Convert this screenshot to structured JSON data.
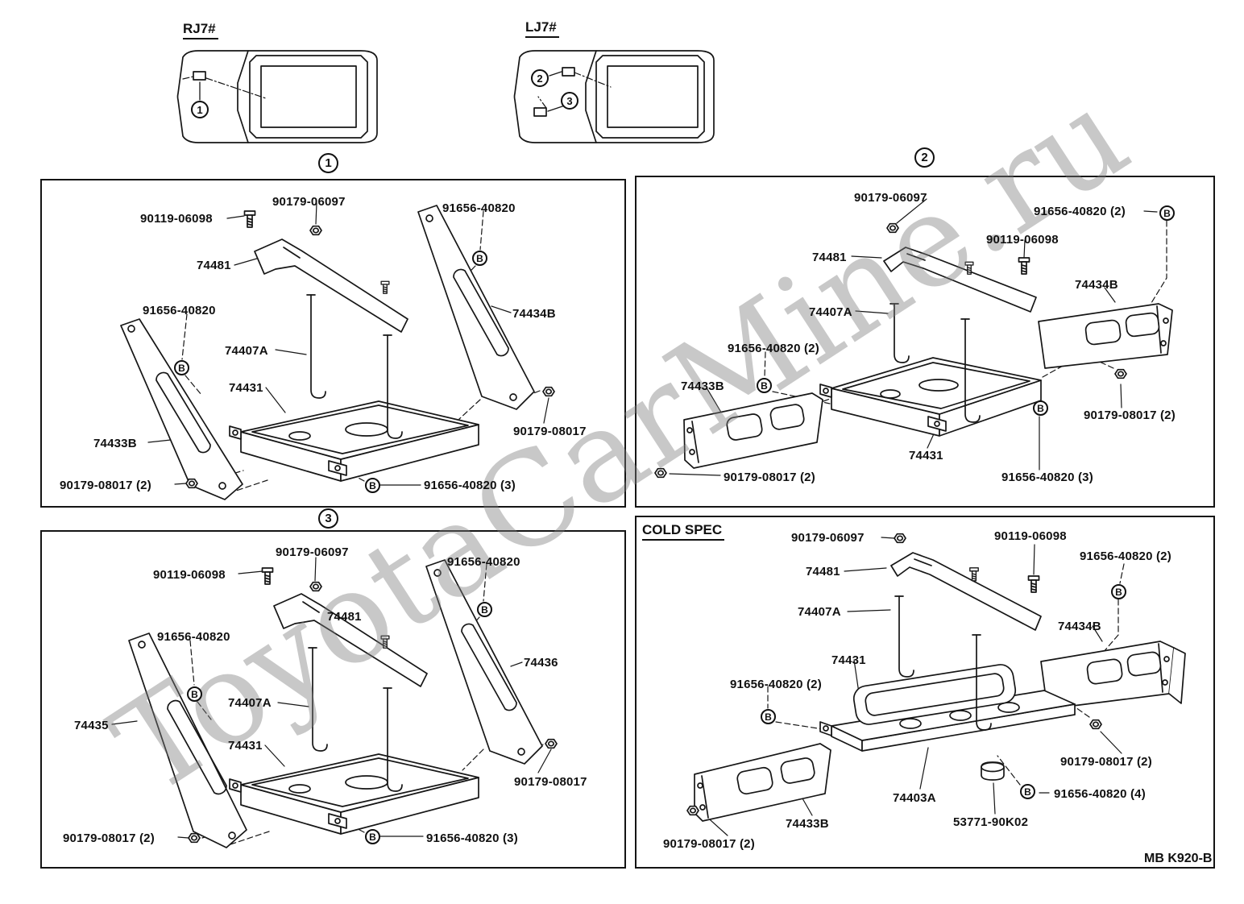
{
  "watermark": "ToyotaCarMine.ru",
  "footer": {
    "drawing_code": "MB K920-B"
  },
  "symbols": {
    "b_fastener": "B"
  },
  "vehicle_variants": [
    {
      "code": "RJ7#",
      "callouts": [
        "1"
      ]
    },
    {
      "code": "LJ7#",
      "callouts": [
        "2",
        "3"
      ]
    }
  ],
  "panels": [
    {
      "callout": "1",
      "labels": [
        "90119-06098",
        "90179-06097",
        "91656-40820",
        "74481",
        "74434B",
        "91656-40820",
        "74407A",
        "74431",
        "74433B",
        "90179-08017 (2)",
        "90179-08017",
        "91656-40820 (3)"
      ]
    },
    {
      "callout": "2",
      "labels": [
        "90179-06097",
        "91656-40820 (2)",
        "90119-06098",
        "74481",
        "74434B",
        "74407A",
        "91656-40820 (2)",
        "74433B",
        "90179-08017 (2)",
        "74431",
        "91656-40820 (3)",
        "90179-08017 (2)"
      ]
    },
    {
      "callout": "3",
      "labels": [
        "90179-06097",
        "90119-06098",
        "91656-40820",
        "74481",
        "91656-40820",
        "74436",
        "74407A",
        "74435",
        "74431",
        "90179-08017",
        "90179-08017 (2)",
        "91656-40820 (3)"
      ]
    },
    {
      "title": "COLD SPEC",
      "labels": [
        "90179-06097",
        "90119-06098",
        "91656-40820 (2)",
        "74481",
        "74407A",
        "74434B",
        "74431",
        "91656-40820 (2)",
        "90179-08017 (2)",
        "74403A",
        "91656-40820 (4)",
        "74433B",
        "53771-90K02",
        "90179-08017 (2)"
      ]
    }
  ]
}
